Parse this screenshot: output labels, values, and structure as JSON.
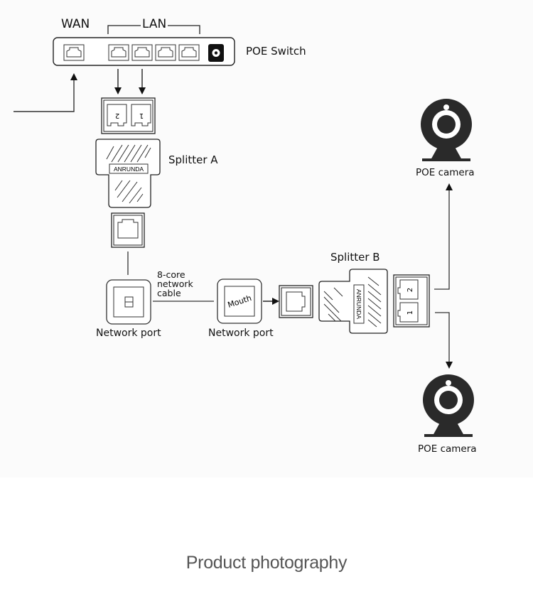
{
  "diagram": {
    "title": "POE splitter network connection diagram",
    "colors": {
      "line": "#222222",
      "device_fill": "#ffffff",
      "camera": "#2a2a2a",
      "background": "#fbfbfb"
    },
    "switch": {
      "label": "POE Switch",
      "wan_label": "WAN",
      "lan_label": "LAN",
      "lan_port_count": 4,
      "wan_port_count": 1,
      "power_icon": "power-jack-icon"
    },
    "splitter_a": {
      "label": "Splitter A",
      "brand": "ANRUNDA",
      "port_numbers": [
        "2",
        "1"
      ]
    },
    "splitter_b": {
      "label": "Splitter B",
      "brand": "ANRUNDA",
      "port_numbers": [
        "2",
        "1"
      ]
    },
    "network_port_left": {
      "label": "Network port",
      "icon": "wall-socket-icon"
    },
    "network_port_right": {
      "label": "Network port",
      "inner_text": "Mouth"
    },
    "cable_label": [
      "8-core",
      "network",
      "cable"
    ],
    "cameras": [
      {
        "label": "POE camera",
        "icon": "webcam-icon"
      },
      {
        "label": "POE camera",
        "icon": "webcam-icon"
      }
    ]
  },
  "footer": {
    "caption": "Product photography"
  }
}
